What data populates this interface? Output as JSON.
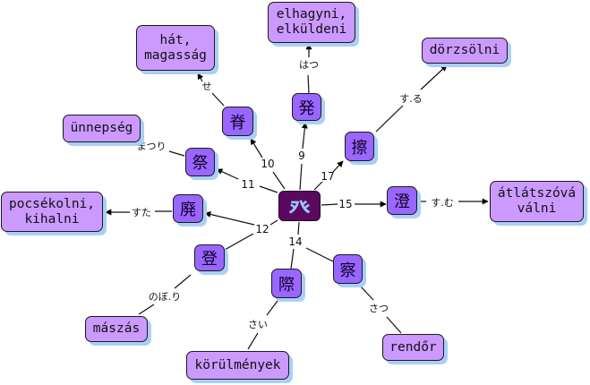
{
  "graph": {
    "center": {
      "label": "癶",
      "color": "#5a0a5e",
      "glyph_color": "#9cc4ff"
    },
    "kanji_color": "#9966ff",
    "meaning_color": "#cc99ff",
    "shadow_color": "#a9cff6",
    "edge_numbers": {
      "e9": "9",
      "e10": "10",
      "e11": "11",
      "e12": "12",
      "e14": "14",
      "e15": "15",
      "e17": "17"
    },
    "kanji": [
      {
        "id": "hatsu",
        "label": "発",
        "edge": "9",
        "reading": "はつ",
        "meaning": "elhagyni,\nelküldeni",
        "arrow": true
      },
      {
        "id": "se",
        "label": "脊",
        "edge": "10",
        "reading": "せ",
        "meaning": "hát,\nmagasság",
        "arrow": true
      },
      {
        "id": "matsuri",
        "label": "祭",
        "edge": "11",
        "reading": "まつり",
        "meaning": "ünnepség",
        "arrow": false
      },
      {
        "id": "suta",
        "label": "廃",
        "edge": "12",
        "reading": "すた",
        "meaning": "pocsékolni,\nkihalni",
        "arrow": true
      },
      {
        "id": "nobori",
        "label": "登",
        "edge": "12",
        "reading": "のぼ.り",
        "meaning": "mászás",
        "arrow": false
      },
      {
        "id": "sai",
        "label": "際",
        "edge": "14",
        "reading": "さい",
        "meaning": "körülmények",
        "arrow": false
      },
      {
        "id": "satsu",
        "label": "察",
        "edge": "14",
        "reading": "さつ",
        "meaning": "rendőr",
        "arrow": false
      },
      {
        "id": "suru",
        "label": "擦",
        "edge": "17",
        "reading": "す.る",
        "meaning": "dörzsölni",
        "arrow": true
      },
      {
        "id": "sumu",
        "label": "澄",
        "edge": "15",
        "reading": "す.む",
        "meaning": "átlátszóvá\nválni",
        "arrow": true
      }
    ]
  }
}
